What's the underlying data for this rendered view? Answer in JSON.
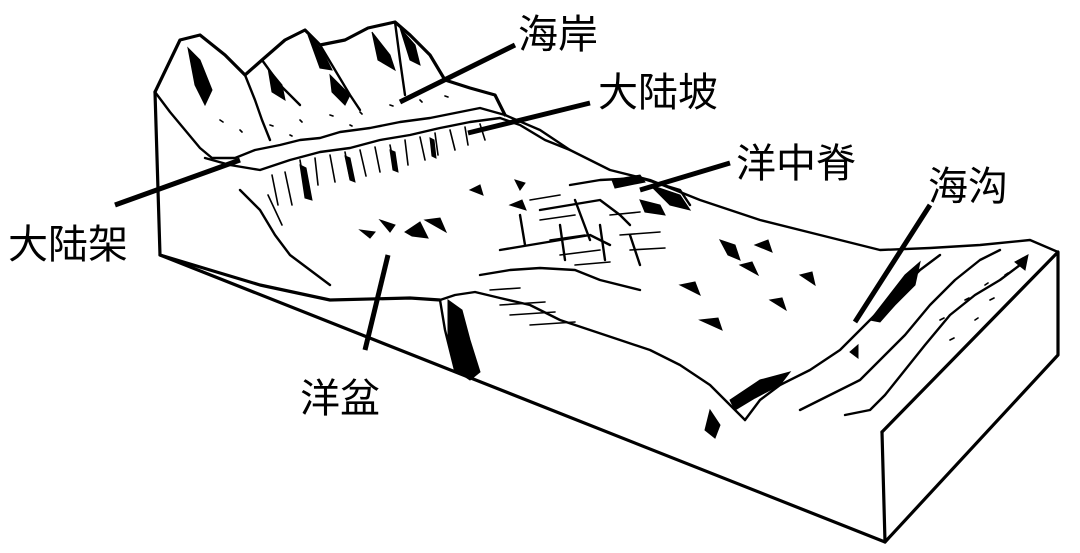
{
  "labels": {
    "coast": "海岸",
    "continental_slope": "大陆坡",
    "mid_ocean_ridge": "洋中脊",
    "trench": "海沟",
    "continental_shelf": "大陆架",
    "ocean_basin": "洋盆"
  },
  "colors": {
    "ink": "#000000",
    "background": "#ffffff"
  }
}
